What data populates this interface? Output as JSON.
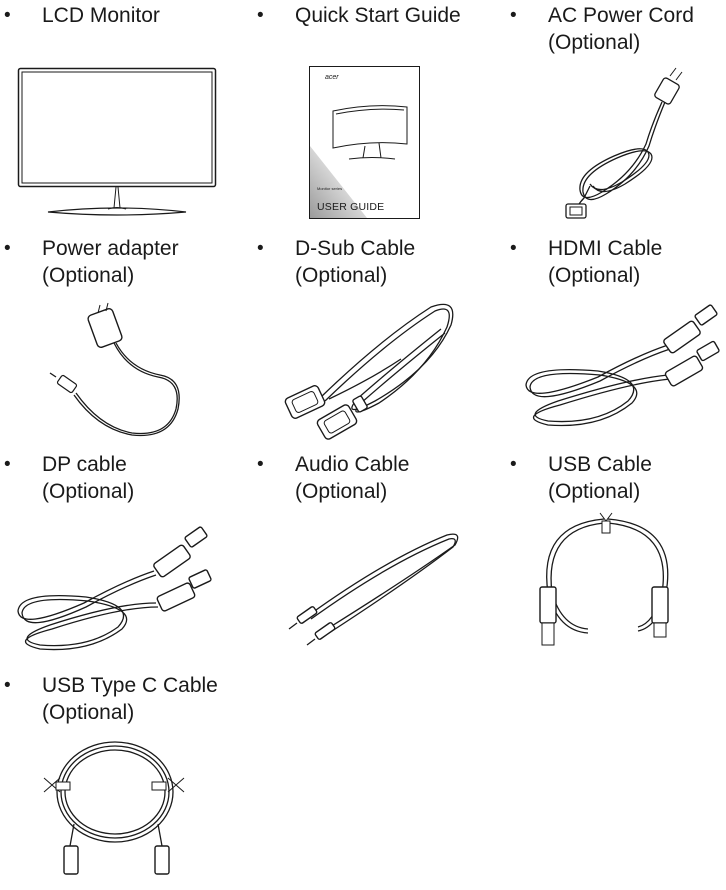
{
  "items": [
    {
      "name": "LCD Monitor"
    },
    {
      "name": "Quick Start Guide"
    },
    {
      "name": "AC Power Cord",
      "note": "(Optional)"
    },
    {
      "name": "Power adapter",
      "note": "(Optional)"
    },
    {
      "name": "D-Sub Cable",
      "note": "(Optional)"
    },
    {
      "name": "HDMI Cable",
      "note": "(Optional)"
    },
    {
      "name": "DP cable",
      "note": "(Optional)"
    },
    {
      "name": "Audio Cable",
      "note": "(Optional)"
    },
    {
      "name": "USB Cable",
      "note": "(Optional)"
    },
    {
      "name": "USB Type C Cable",
      "note": "(Optional)"
    }
  ],
  "bullet": "•",
  "guide": {
    "brand": "acer",
    "model_line": "Monitor series",
    "title": "USER GUIDE"
  }
}
